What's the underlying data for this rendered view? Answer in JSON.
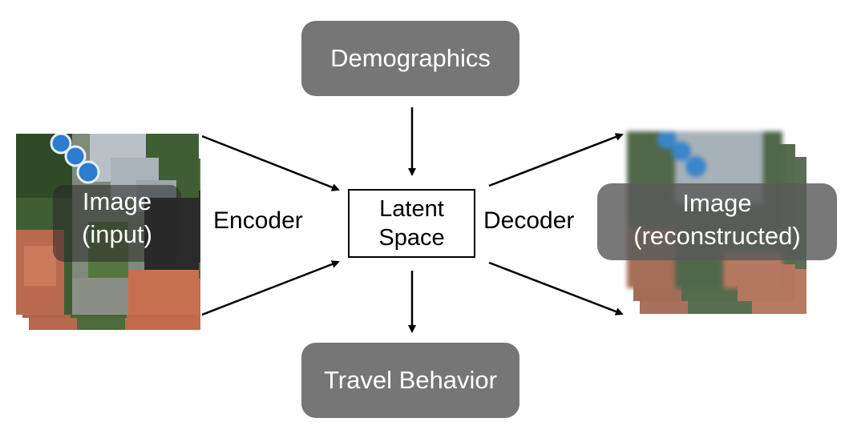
{
  "nodes": {
    "demographics": "Demographics",
    "latent_line1": "Latent",
    "latent_line2": "Space",
    "travel_behavior": "Travel Behavior",
    "image_input_line1": "Image",
    "image_input_line2": "(input)",
    "image_recon_line1": "Image",
    "image_recon_line2": "(reconstructed)"
  },
  "edges": {
    "encoder": "Encoder",
    "decoder": "Decoder"
  },
  "colors": {
    "node_fill": "#767676",
    "node_text": "#ffffff",
    "arrow": "#000000"
  }
}
